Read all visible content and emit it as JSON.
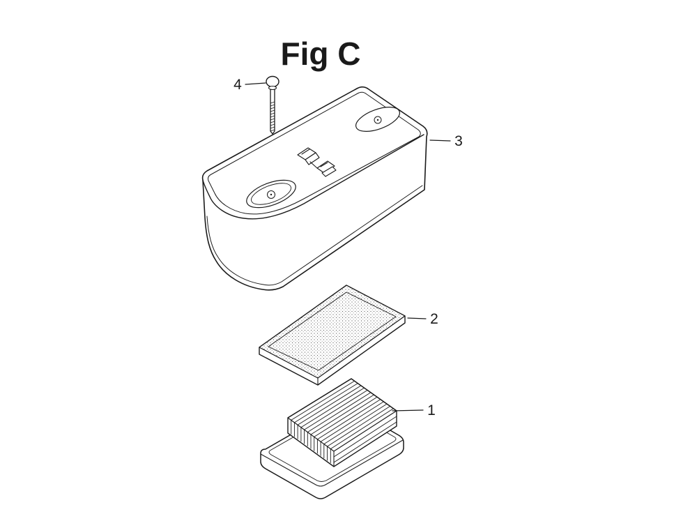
{
  "figure": {
    "title": "Fig C",
    "callouts": [
      {
        "label": "4"
      },
      {
        "label": "3"
      },
      {
        "label": "2"
      },
      {
        "label": "1"
      }
    ]
  },
  "colors": {
    "line": "#1a1a1a",
    "background": "#ffffff"
  }
}
